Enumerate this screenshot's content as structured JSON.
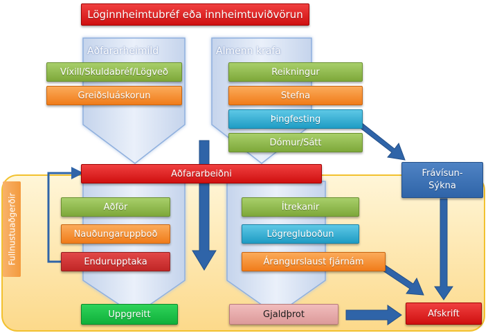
{
  "title": "Löginnheimtubréf eða innheimtuviðvörun",
  "left_arrow_label": "Aðfararheimild",
  "right_arrow_label": "Almenn krafa",
  "left_items": [
    "Víxill/Skuldabréf/Lögveð",
    "Greiðsluáskorun"
  ],
  "right_items": [
    "Reikningur",
    "Stefna",
    "Þingfesting",
    "Dómur/Sátt"
  ],
  "adfararbeidni": "Aðfararbeiðni",
  "frevisun": "Frávísun-Sýkna",
  "section_label": "Fullnustuaðgerðir",
  "lower_left_items": [
    "Aðför",
    "Nauðungaruppboð",
    "Endurupptaka"
  ],
  "lower_right_items": [
    "Ítrekanir",
    "Lögregluboðun",
    "Árangurslaust fjárnám"
  ],
  "outcomes": {
    "uppgreitt": "Uppgreitt",
    "gjaldthrot": "Gjaldþrot",
    "afskrift": "Afskrift"
  },
  "colors": {
    "red": "#d91a1a",
    "green": "#8cb84a",
    "orange": "#f38b2a",
    "blue": "#2aa7cf",
    "steel": "#3a70b5",
    "panel": "#fde7a6"
  }
}
